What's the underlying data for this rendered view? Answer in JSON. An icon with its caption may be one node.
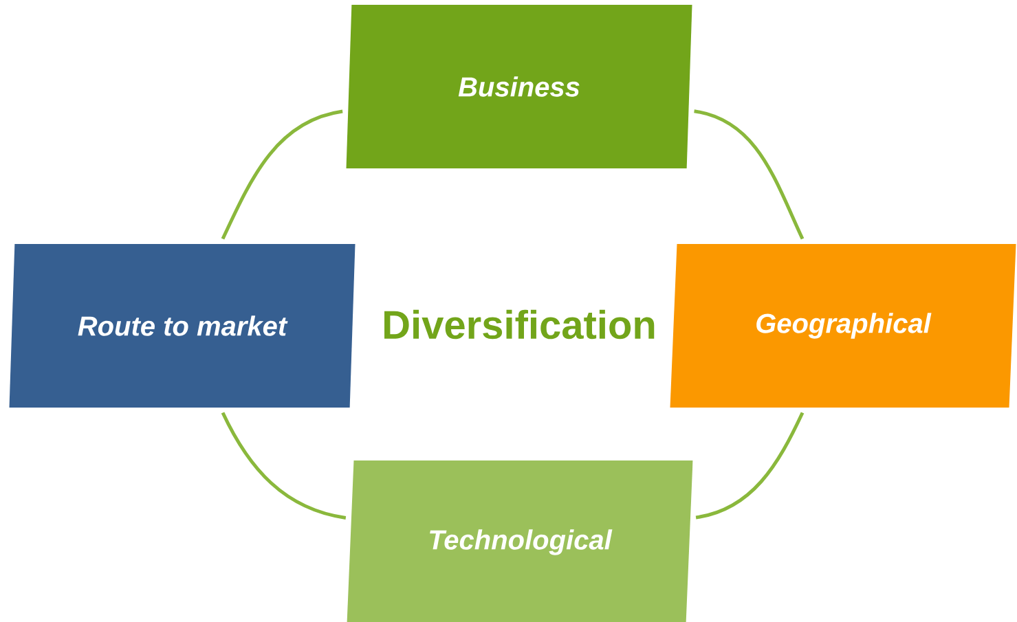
{
  "diagram": {
    "nodes": [
      {
        "text": [
          "Business"
        ]
      },
      {
        "text": [
          "Route to market"
        ]
      },
      {
        "text": [
          "Geographical"
        ]
      },
      {
        "text": [
          "Technological"
        ]
      }
    ],
    "edges": [
      {
        "from": 0,
        "to": 2,
        "arrow": "none"
      },
      {
        "from": 2,
        "to": 3,
        "arrow": "none"
      },
      {
        "from": 3,
        "to": 1,
        "arrow": "none"
      },
      {
        "from": 1,
        "to": 0,
        "arrow": "none"
      }
    ],
    "labels": [
      "Diversification"
    ]
  }
}
